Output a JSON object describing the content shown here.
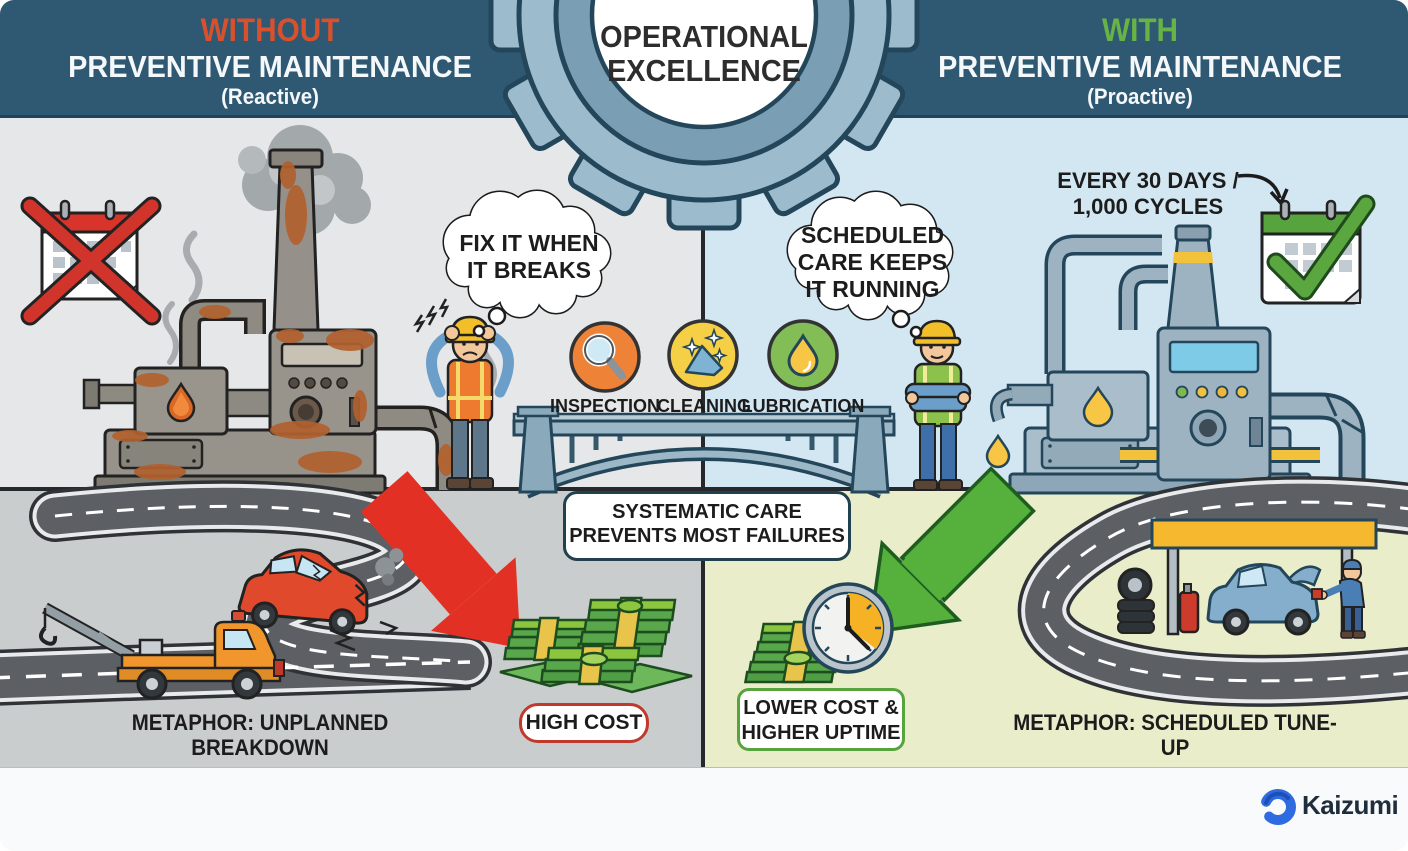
{
  "banner": {
    "left": {
      "qualifier": "WITHOUT",
      "title": "PREVENTIVE MAINTENANCE",
      "subtitle": "(Reactive)"
    },
    "right": {
      "qualifier": "WITH",
      "title": "PREVENTIVE MAINTENANCE",
      "subtitle": "(Proactive)"
    },
    "center": {
      "line1": "OPERATIONAL",
      "line2": "EXCELLENCE"
    }
  },
  "left_panel": {
    "bubble_line1": "FIX IT WHEN",
    "bubble_line2": "IT BREAKS",
    "metaphor": "METAPHOR: UNPLANNED BREAKDOWN",
    "cost_label": "HIGH COST"
  },
  "center_panel": {
    "pillars": [
      {
        "label": "INSPECTION",
        "icon": "magnifier-icon",
        "color": "#ee8338"
      },
      {
        "label": "CLEANING",
        "icon": "sparkle-cloth-icon",
        "color": "#f5cf46"
      },
      {
        "label": "LUBRICATION",
        "icon": "oil-drop-icon",
        "color": "#83bd55"
      }
    ],
    "banner_line1": "SYSTEMATIC CARE",
    "banner_line2": "PREVENTS MOST FAILURES"
  },
  "right_panel": {
    "schedule_line1": "EVERY 30 DAYS /",
    "schedule_line2": "1,000 CYCLES",
    "bubble_line1": "SCHEDULED",
    "bubble_line2": "CARE KEEPS",
    "bubble_line3": "IT RUNNING",
    "benefit_line1": "LOWER COST &",
    "benefit_line2": "HIGHER UPTIME",
    "metaphor": "METAPHOR: SCHEDULED TUNE-UP"
  },
  "footer": {
    "brand": "Kaizumi",
    "brand_icon": "swirl-c-icon"
  },
  "colors": {
    "banner_bg": "#2f5973",
    "without_red": "#d9512c",
    "with_green": "#67b345",
    "panel_top_left": "#e6e7e8",
    "panel_top_right": "#d3e7f2",
    "panel_bottom_left": "#c9cdcd",
    "panel_bottom_right": "#e9edca",
    "inspection_circle": "#ee8338",
    "cleaning_circle": "#f5cf46",
    "lubrication_circle": "#83bd55",
    "high_cost_border": "#c0392b",
    "benefit_border": "#57a33e",
    "red_arrow": "#e23124",
    "green_arrow": "#55b13c",
    "brand_blue": "#2e6ae0"
  }
}
